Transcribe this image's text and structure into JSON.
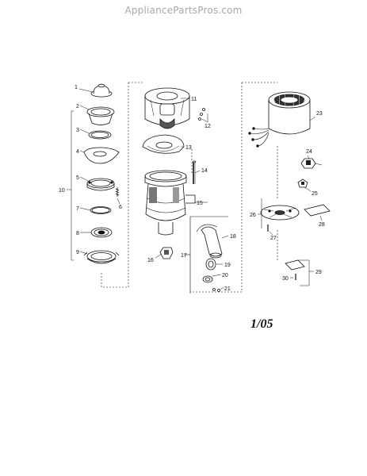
{
  "watermark": "AppliancePartsPros.com",
  "date_note": "1/05",
  "parts": [
    {
      "label": "1"
    },
    {
      "label": "2"
    },
    {
      "label": "3"
    },
    {
      "label": "4"
    },
    {
      "label": "5"
    },
    {
      "label": "6"
    },
    {
      "label": "7"
    },
    {
      "label": "8"
    },
    {
      "label": "9"
    },
    {
      "label": "10"
    },
    {
      "label": "11"
    },
    {
      "label": "12"
    },
    {
      "label": "13"
    },
    {
      "label": "14"
    },
    {
      "label": "15"
    },
    {
      "label": "16"
    },
    {
      "label": "17"
    },
    {
      "label": "18"
    },
    {
      "label": "19"
    },
    {
      "label": "20"
    },
    {
      "label": "21"
    },
    {
      "label": "23"
    },
    {
      "label": "24"
    },
    {
      "label": "25"
    },
    {
      "label": "26"
    },
    {
      "label": "27"
    },
    {
      "label": "28"
    },
    {
      "label": "29"
    },
    {
      "label": "30"
    }
  ]
}
